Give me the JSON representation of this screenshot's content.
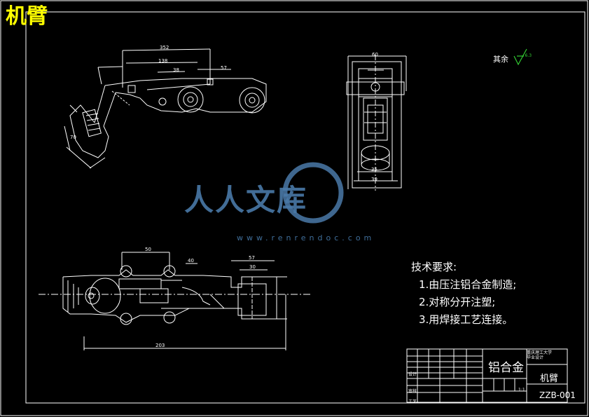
{
  "corner_title": "机臂",
  "surface_note": "其余",
  "roughness_value": "6.3",
  "tech_requirements": {
    "title": "技术要求:",
    "items": [
      "1.由压注铝合金制造;",
      "2.对称分开注塑;",
      "3.用焊接工艺连接。"
    ]
  },
  "title_block": {
    "material": "铝合金",
    "part_name": "机臂",
    "drawing_no": "ZZB-001",
    "org_line1": "重庆理工大学",
    "org_line2": "毕业设计",
    "scale": "1:1",
    "designer_label": "设计",
    "checker_label": "审核",
    "approver_label": "工艺"
  },
  "dimensions": {
    "top_left_view": [
      "352",
      "138",
      "38",
      "57",
      "70"
    ],
    "top_right_view": [
      "60",
      "35",
      "39"
    ],
    "bottom_view": [
      "50",
      "40",
      "57",
      "30",
      "203"
    ]
  },
  "watermark": {
    "text": "人人文库",
    "url": "www.renrendoc.com"
  },
  "colors": {
    "background": "#000000",
    "lines": "#ffffff",
    "corner_title": "#ffff00",
    "watermark": "#4a79a8",
    "roughness_mark": "#33cc33"
  }
}
